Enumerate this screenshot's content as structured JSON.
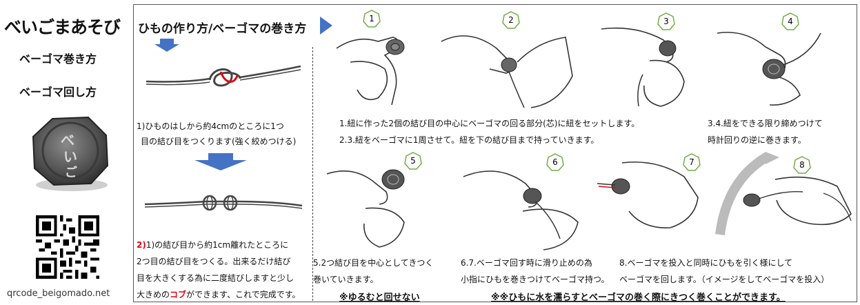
{
  "sidebar": {
    "brand": "べいごまあそび",
    "link_1": "ベーゴマ巻き方",
    "link_2": "ベーゴマ回し方",
    "site": "qrcode_beigomado.net",
    "beigoma_glyph_a": "べ",
    "beigoma_glyph_b": "い",
    "beigoma_glyph_c": "ご"
  },
  "main": {
    "heading": "ひもの作り方/ベーゴマの巻き方",
    "rope_step1": [
      "1)ひものはしから約4cmのところに1つ",
      "目の結び目をつくります(強く絞めつける)"
    ],
    "rope_step2": {
      "lead": "2)",
      "line1_rest": "1)の結び目から約1cm離れたところに",
      "line2": "2つ目の結び目をつくる。出来るだけ結び",
      "line3": "目を大きくする為に二度結びしますと少し",
      "line4_a": "大きめの",
      "line4_red": "コブ",
      "line4_b": "ができます、これで完成です。"
    },
    "badges": [
      "1",
      "2",
      "3",
      "4",
      "5",
      "6",
      "7",
      "8"
    ],
    "caption_1_2": [
      "1.紐に作った2個の結び目の中心にベーゴマの回る部分(芯)に紐をセットします。",
      "2.3.紐をベーゴマに1周させて。紐を下の結び目まで持っていきます。"
    ],
    "caption_3_4": [
      "3.4.紐をできる限り締めつけて",
      "時計回りの逆に巻きます。"
    ],
    "caption_5": [
      "5.2つ結び目を中心としてきつく",
      "巻いていきます。"
    ],
    "caption_6_7": [
      "6.7.ベーゴマ回す時に滑り止めの為",
      "小指にひもを巻きつけてベーゴマ持つ。"
    ],
    "caption_8": [
      "8.ベーゴマを投入と同時にひもを引く様にして",
      "ベーゴマを回します。（イメージをしてベーゴマを投入）"
    ],
    "note_loose": "※ゆるむと回せない",
    "note_water": "※※ひもに水を濡らすとベーゴマの巻く際にきつく巻くことができます。"
  },
  "colors": {
    "arrow_blue": "#4472c4",
    "badge_green": "#70ad47",
    "accent_red": "#e60012"
  }
}
